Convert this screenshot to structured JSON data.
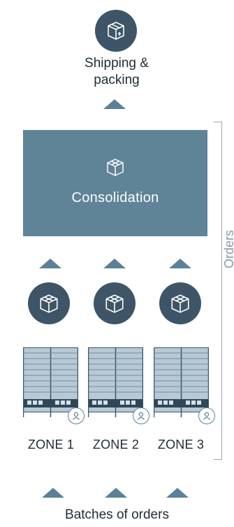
{
  "shipping": {
    "label_line1": "Shipping &",
    "label_line2": "packing",
    "icon": "package-shipping-icon"
  },
  "consolidation": {
    "label": "Consolidation",
    "icon": "box-icon"
  },
  "zones": [
    {
      "label": "ZONE 1",
      "icon": "box-icon",
      "worker_icon": "person-icon"
    },
    {
      "label": "ZONE 2",
      "icon": "box-icon",
      "worker_icon": "person-icon"
    },
    {
      "label": "ZONE 3",
      "icon": "box-icon",
      "worker_icon": "person-icon"
    }
  ],
  "batches": {
    "label": "Batches of orders"
  },
  "side_label": "Orders",
  "colors": {
    "dark_circle": "#3d5566",
    "box_fill": "#5f8397",
    "arrow": "#5b8197",
    "rack": "#b8c9d6"
  }
}
